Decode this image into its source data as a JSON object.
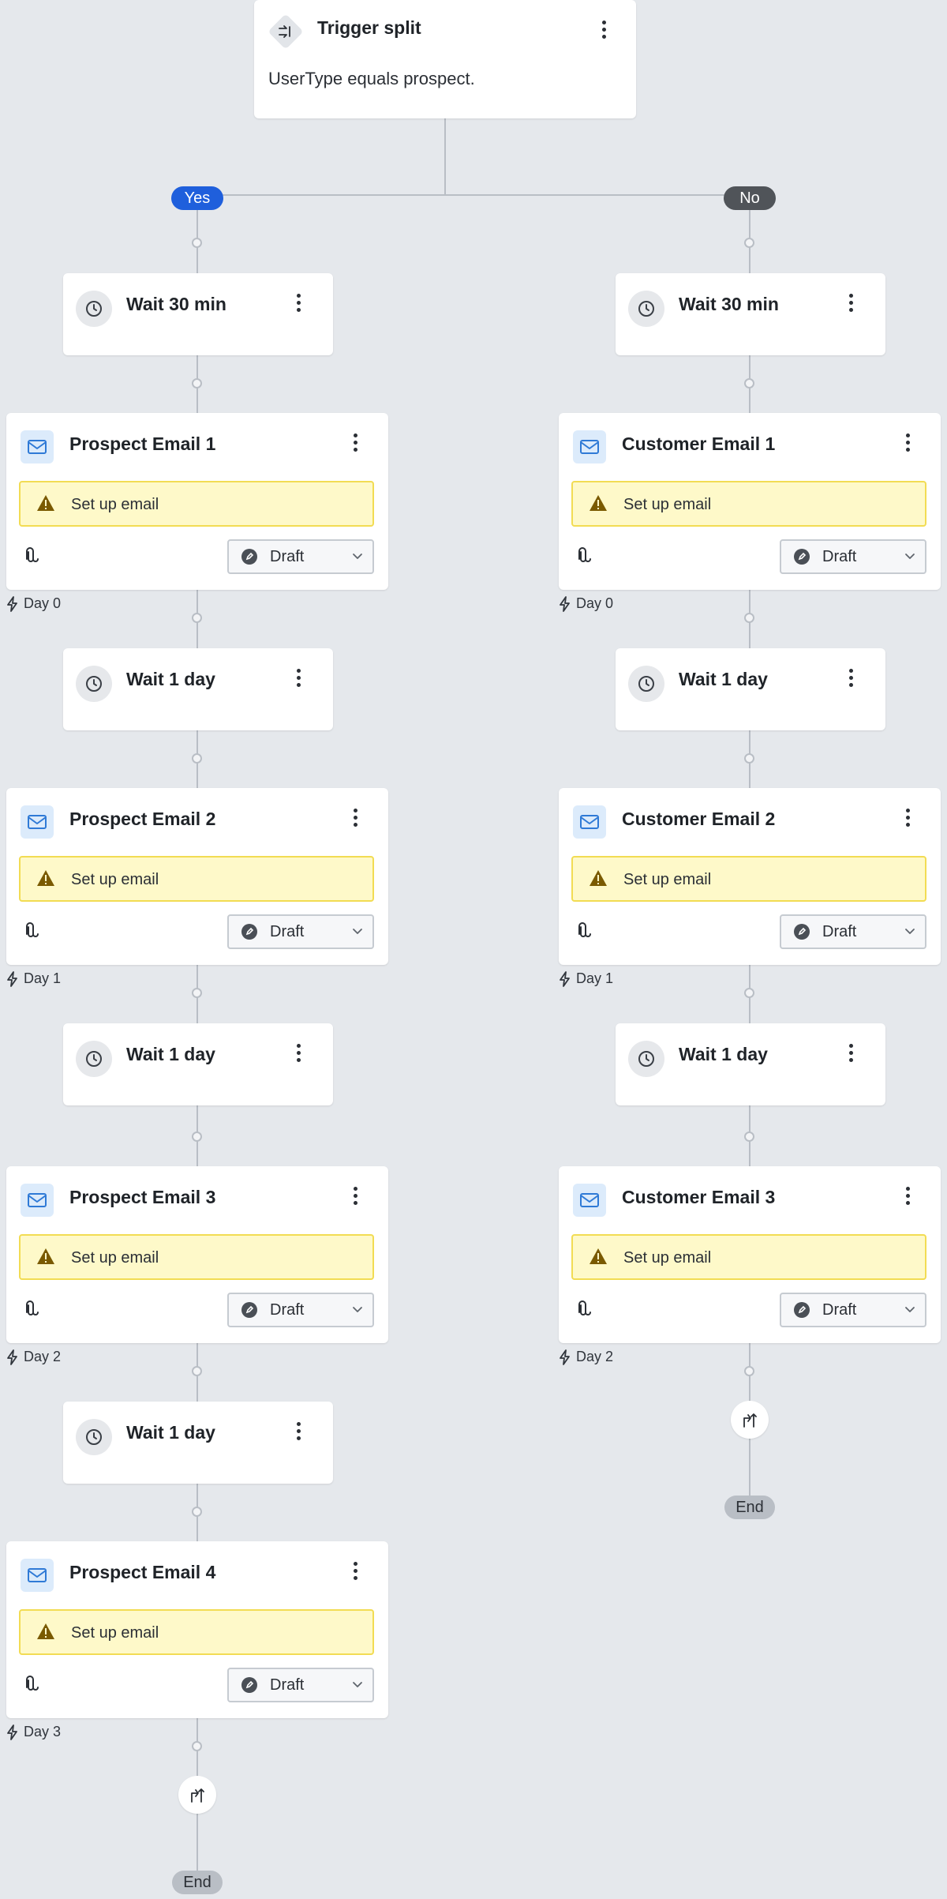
{
  "trigger": {
    "title": "Trigger split",
    "description": "UserType equals prospect.",
    "icon": "branch-split-icon"
  },
  "branches": {
    "yes_label": "Yes",
    "no_label": "No"
  },
  "yes_branch": {
    "wait_1": "Wait 30 min",
    "email_1": {
      "title": "Prospect Email 1",
      "warning": "Set up email",
      "status": "Draft",
      "day": "Day 0"
    },
    "wait_2": "Wait 1 day",
    "email_2": {
      "title": "Prospect Email 2",
      "warning": "Set up email",
      "status": "Draft",
      "day": "Day 1"
    },
    "wait_3": "Wait 1 day",
    "email_3": {
      "title": "Prospect Email 3",
      "warning": "Set up email",
      "status": "Draft",
      "day": "Day 2"
    },
    "wait_4": "Wait 1 day",
    "email_4": {
      "title": "Prospect Email 4",
      "warning": "Set up email",
      "status": "Draft",
      "day": "Day 3"
    },
    "end_label": "End"
  },
  "no_branch": {
    "wait_1": "Wait 30 min",
    "email_1": {
      "title": "Customer Email 1",
      "warning": "Set up email",
      "status": "Draft",
      "day": "Day 0"
    },
    "wait_2": "Wait 1 day",
    "email_2": {
      "title": "Customer Email 2",
      "warning": "Set up email",
      "status": "Draft",
      "day": "Day 1"
    },
    "wait_3": "Wait 1 day",
    "email_3": {
      "title": "Customer Email 3",
      "warning": "Set up email",
      "status": "Draft",
      "day": "Day 2"
    },
    "end_label": "End"
  },
  "colors": {
    "background": "#e5e8ec",
    "yes": "#1f5fdc",
    "no": "#505459",
    "warning_bg": "#fef9c9",
    "warning_border": "#f2dc53",
    "mail_icon": "#2f7ad6"
  }
}
